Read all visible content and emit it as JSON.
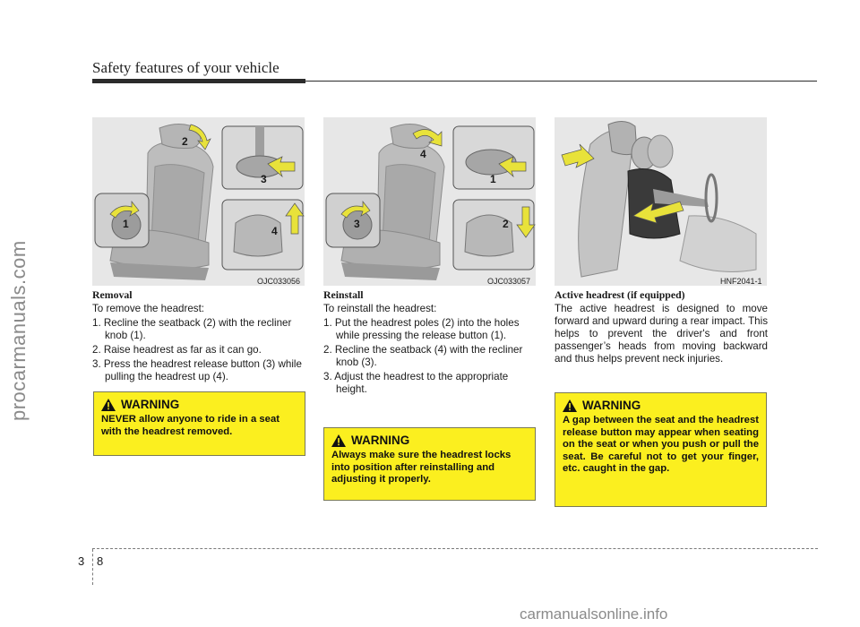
{
  "header": {
    "title": "Safety features of your vehicle"
  },
  "watermark_side": "procarmanuals.com",
  "watermark_bottom": "carmanualsonline.info",
  "figures": {
    "left": {
      "code": "OJC033056",
      "callouts": [
        "1",
        "2",
        "3",
        "4"
      ]
    },
    "middle": {
      "code": "OJC033057",
      "callouts": [
        "1",
        "2",
        "3",
        "4"
      ]
    },
    "right": {
      "code": "HNF2041-1"
    }
  },
  "removal": {
    "heading": "Removal",
    "intro": "To remove the headrest:",
    "steps": [
      "1. Recline the seatback (2) with the recliner knob (1).",
      "2. Raise headrest as far as it can go.",
      "3. Press the headrest release button (3) while pulling the headrest up (4)."
    ]
  },
  "reinstall": {
    "heading": "Reinstall",
    "intro": "To reinstall the headrest:",
    "steps": [
      "1. Put the headrest poles (2) into the holes while pressing the release button (1).",
      "2. Recline the seatback (4) with the recliner knob (3).",
      "3. Adjust the headrest to the appropriate height."
    ]
  },
  "active": {
    "heading": "Active headrest (if equipped)",
    "body": "The active headrest is designed to move forward and upward during a rear impact. This helps to prevent the driver's and front passenger’s heads from moving backward and thus helps prevent neck injuries."
  },
  "warnings": [
    {
      "title": "WARNING",
      "text": "NEVER allow anyone to ride in a seat with the headrest removed."
    },
    {
      "title": "WARNING",
      "text": "Always make sure the headrest locks into position after reinstalling and adjusting it properly."
    },
    {
      "title": "WARNING",
      "text": "A gap between the seat and the headrest release button may appear when seating on the seat or when you push or pull the seat. Be careful not to get your finger, etc. caught in the gap."
    }
  ],
  "footer": {
    "section": "3",
    "page": "8"
  },
  "colors": {
    "warning_bg": "#fbef1f",
    "arrow": "#e8e23a",
    "figure_bg": "#e7e7e7"
  }
}
